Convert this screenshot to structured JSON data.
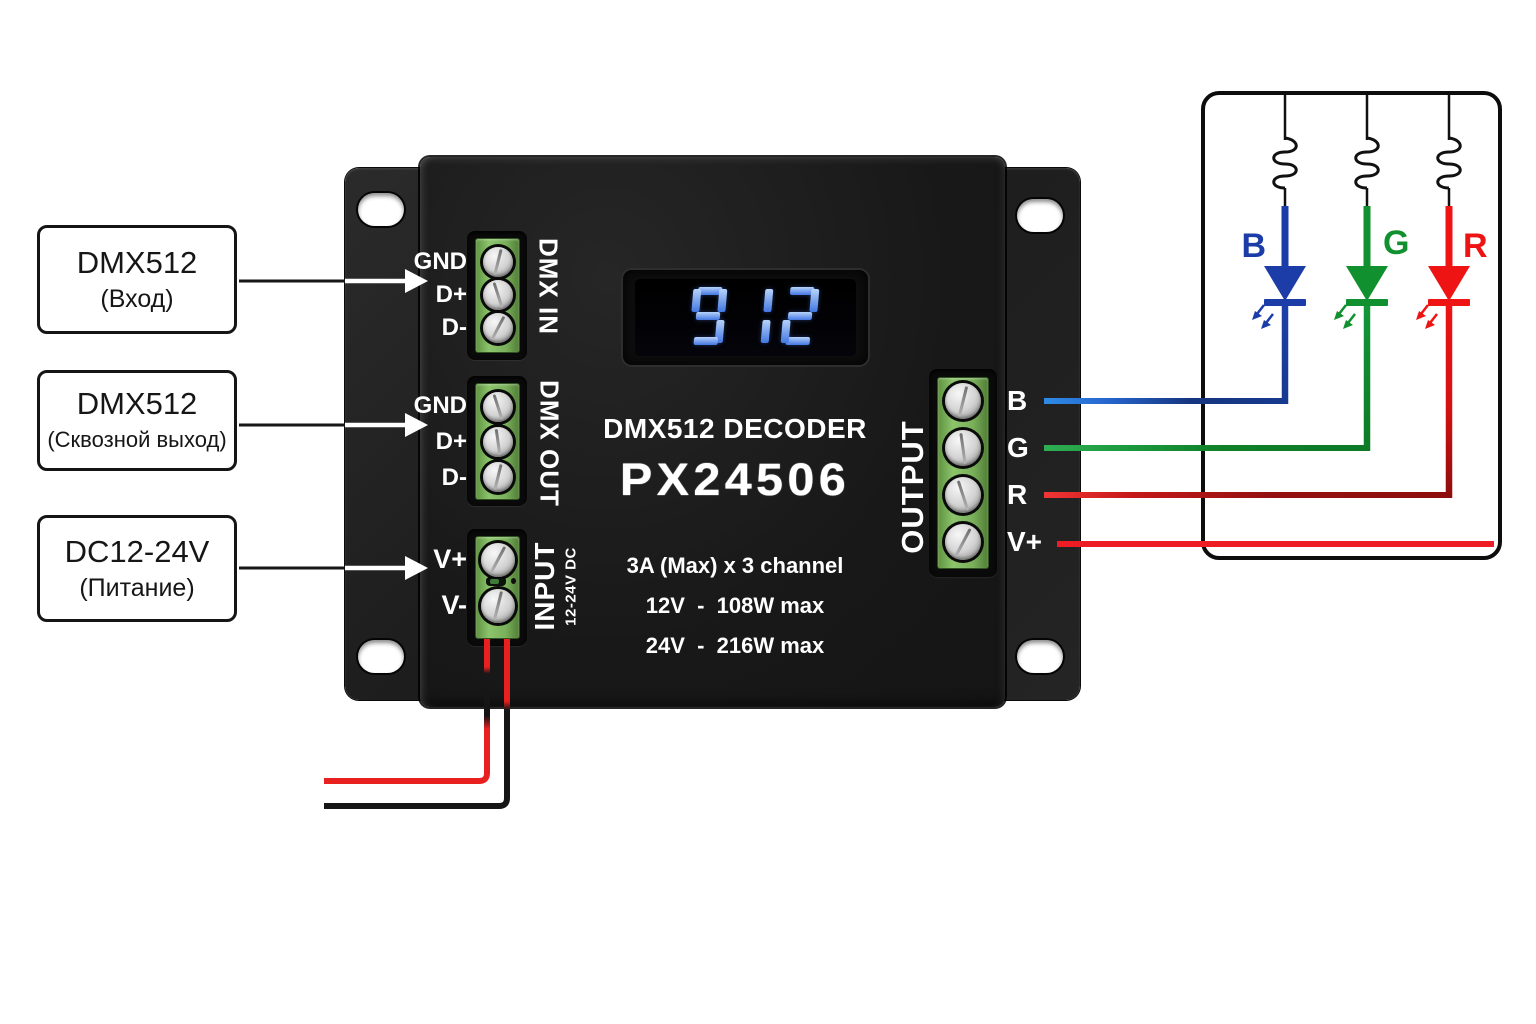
{
  "source_boxes": [
    {
      "title": "DMX512",
      "subtitle": "(Вход)"
    },
    {
      "title": "DMX512",
      "subtitle": "(Сквозной выход)"
    },
    {
      "title": "DC12-24V",
      "subtitle": "(Питание)"
    }
  ],
  "device": {
    "display_value": "912",
    "title": "DMX512 DECODER",
    "model": "PX24506",
    "specs": [
      "3A (Max) x 3 channel",
      "12V  -  108W max",
      "24V  -  216W max"
    ],
    "ports": {
      "dmx_in": {
        "name": "DMX IN",
        "pins": [
          "GND",
          "D+",
          "D-"
        ]
      },
      "dmx_out": {
        "name": "DMX OUT",
        "pins": [
          "GND",
          "D+",
          "D-"
        ]
      },
      "power_input": {
        "name": "INPUT",
        "rating": "12-24V DC",
        "pins": [
          "V+",
          "V-"
        ]
      },
      "output": {
        "name": "OUTPUT",
        "pins": [
          "B",
          "G",
          "R",
          "V+"
        ]
      }
    }
  },
  "led_circuit": {
    "channels": [
      {
        "label": "B",
        "color": "#1c3da8"
      },
      {
        "label": "G",
        "color": "#11902f"
      },
      {
        "label": "R",
        "color": "#ee1414"
      }
    ]
  },
  "colors": {
    "wire_red": "#e8201f",
    "wire_black": "#161616",
    "vplus_wire": "#ee1c24",
    "terminal_green": "#79b05a",
    "display_digits": "#6f9cf0"
  }
}
